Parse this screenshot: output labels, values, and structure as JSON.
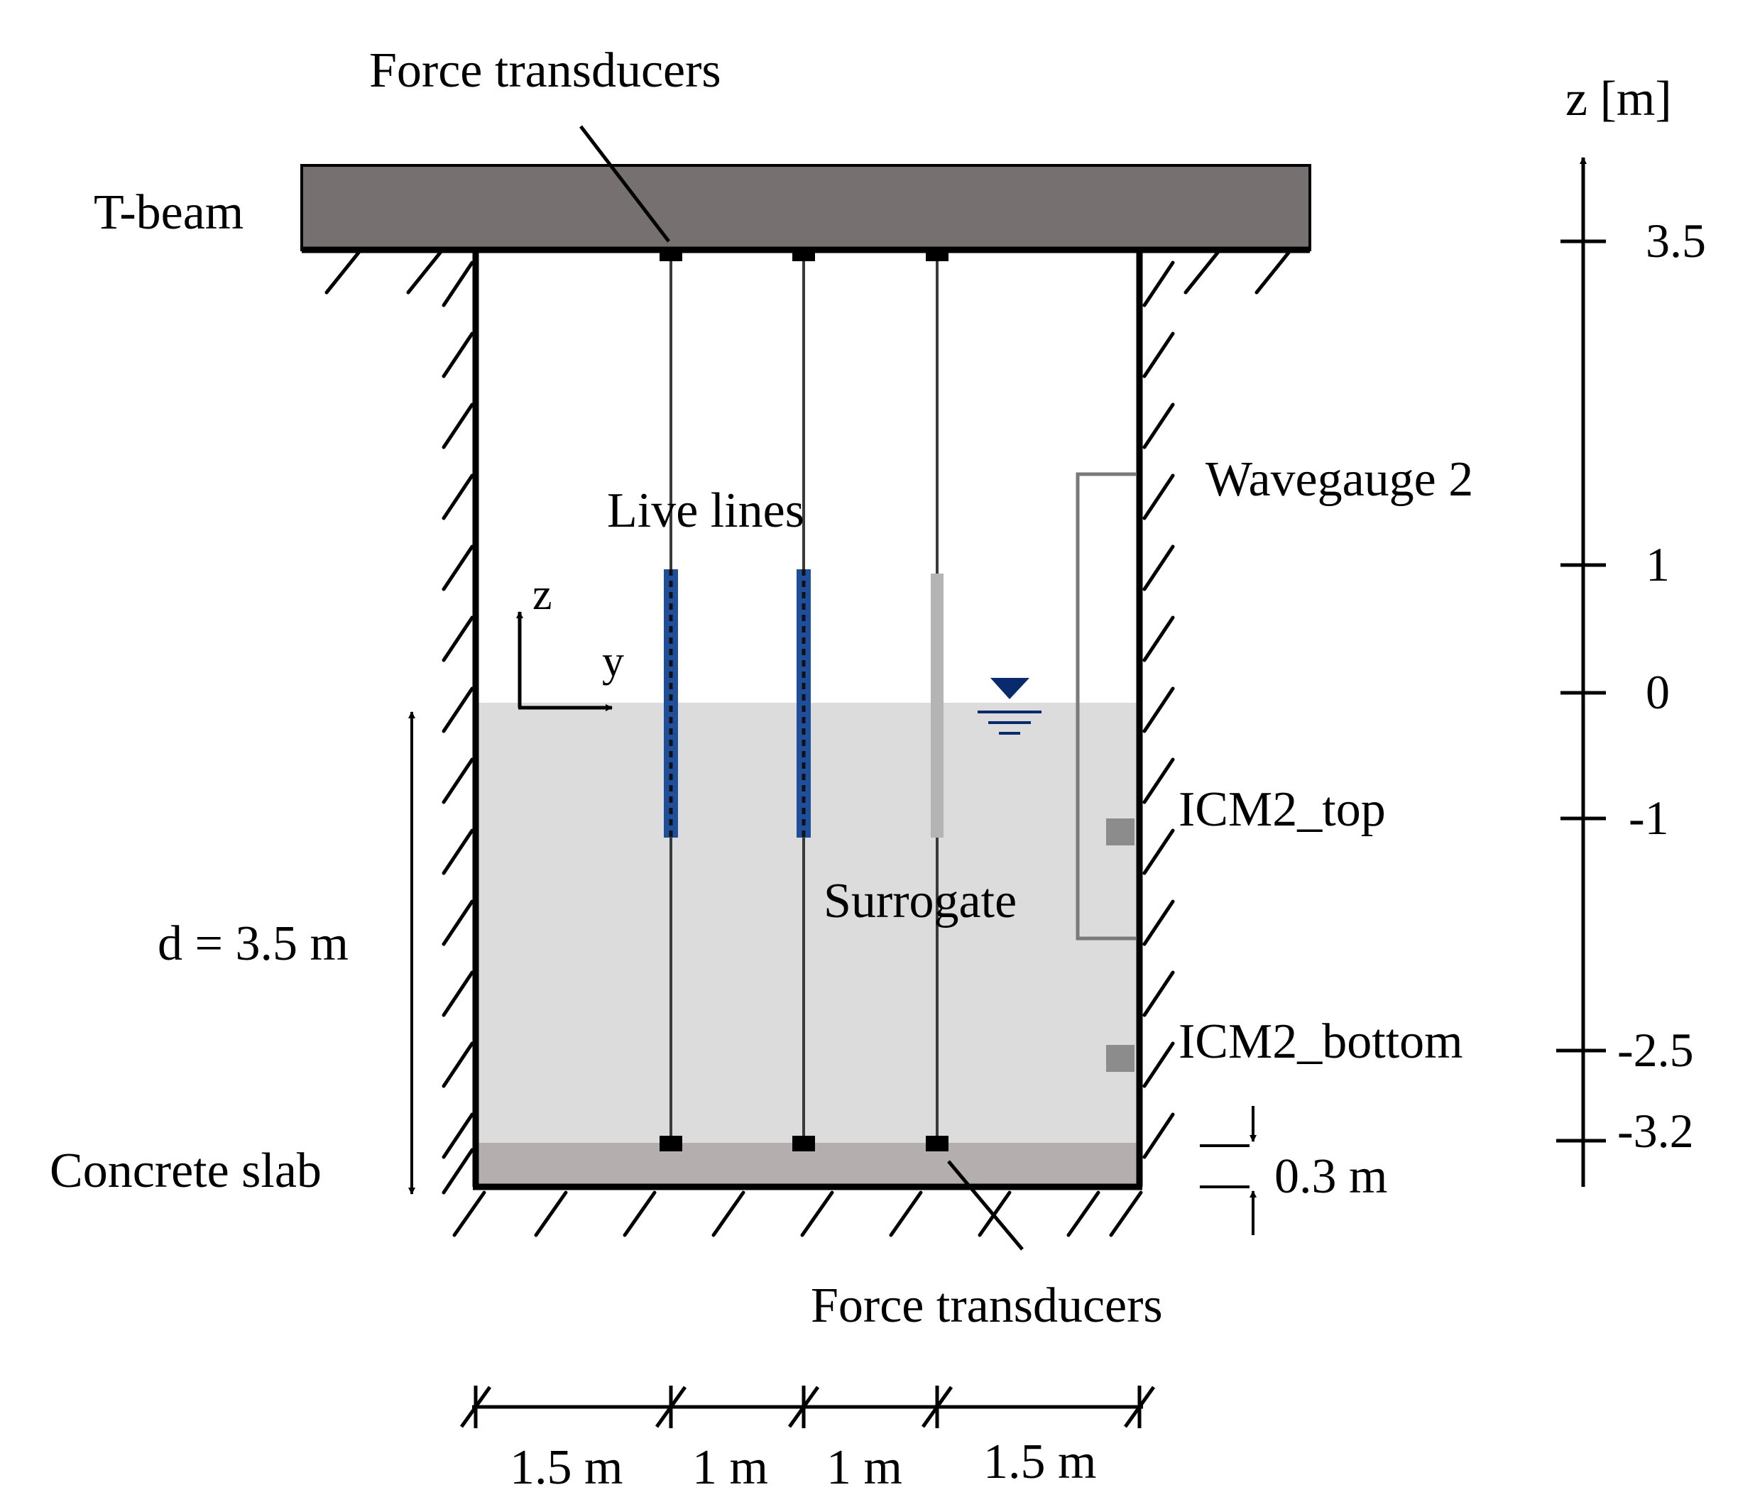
{
  "labels": {
    "force_top": "Force transducers",
    "force_bottom": "Force transducers",
    "t_beam": "T-beam",
    "live_lines": "Live lines",
    "surrogate": "Surrogate",
    "wavegauge": "Wavegauge 2",
    "icm_top": "ICM2_top",
    "icm_bottom": "ICM2_bottom",
    "concrete_slab": "Concrete slab",
    "depth": "d = 3.5 m",
    "slab_thickness": "0.3 m",
    "axis_z": "z",
    "axis_y": "y"
  },
  "z_scale": {
    "title": "z [m]",
    "ticks": [
      "3.5",
      "1",
      "0",
      "-1",
      "-2.5",
      "-3.2"
    ]
  },
  "spacing": [
    "1.5 m",
    "1 m",
    "1 m",
    "1.5 m"
  ],
  "colors": {
    "beam": "#767170",
    "water": "#dcdcdc",
    "slab": "#b4aeae",
    "live_line": "#1f4e9b",
    "surrogate": "#b4b4b4",
    "water_symbol": "#0a2a6e",
    "sensor": "#8c8c8c",
    "gauge": "#7a7a7a"
  }
}
